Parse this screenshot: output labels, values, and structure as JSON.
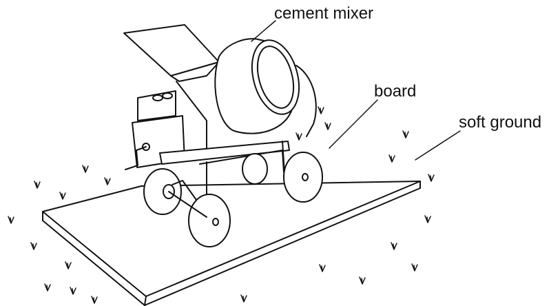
{
  "labels": {
    "cement_mixer": "cement mixer",
    "board": "board",
    "soft_ground": "soft ground"
  },
  "colors": {
    "line": "#111111",
    "fill": "#ffffff",
    "background": "#ffffff"
  }
}
